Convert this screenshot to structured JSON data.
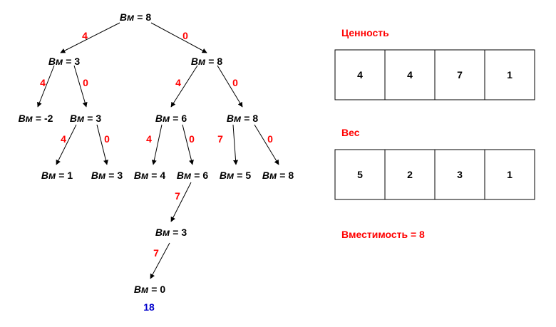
{
  "tree": {
    "nodes": [
      {
        "id": "root",
        "prefix": "Вм",
        "text": " = 8"
      },
      {
        "id": "L",
        "prefix": "Вм",
        "text": " = 3"
      },
      {
        "id": "R",
        "prefix": "Вм",
        "text": " = 8"
      },
      {
        "id": "LL",
        "prefix": "Вм",
        "text": " = -2"
      },
      {
        "id": "LR",
        "prefix": "Вм",
        "text": " = 3"
      },
      {
        "id": "RL",
        "prefix": "Вм",
        "text": " = 6"
      },
      {
        "id": "RR",
        "prefix": "Вм",
        "text": " = 8"
      },
      {
        "id": "LRL",
        "prefix": "Вм",
        "text": " = 1"
      },
      {
        "id": "LRR",
        "prefix": "Вм",
        "text": " = 3"
      },
      {
        "id": "RLL",
        "prefix": "Вм",
        "text": " = 4"
      },
      {
        "id": "RLR",
        "prefix": "Вм",
        "text": " = 6"
      },
      {
        "id": "RRL",
        "prefix": "Вм",
        "text": " = 5"
      },
      {
        "id": "RRR",
        "prefix": "Вм",
        "text": " = 8"
      },
      {
        "id": "RLR1",
        "prefix": "Вм",
        "text": " = 3"
      },
      {
        "id": "RLR2",
        "prefix": "Вм",
        "text": " = 0"
      }
    ],
    "edges": [
      {
        "from": "root",
        "to": "L",
        "label": "4"
      },
      {
        "from": "root",
        "to": "R",
        "label": "0"
      },
      {
        "from": "L",
        "to": "LL",
        "label": "4"
      },
      {
        "from": "L",
        "to": "LR",
        "label": "0"
      },
      {
        "from": "R",
        "to": "RL",
        "label": "4"
      },
      {
        "from": "R",
        "to": "RR",
        "label": "0"
      },
      {
        "from": "LR",
        "to": "LRL",
        "label": "4"
      },
      {
        "from": "LR",
        "to": "LRR",
        "label": "0"
      },
      {
        "from": "RL",
        "to": "RLL",
        "label": "4"
      },
      {
        "from": "RL",
        "to": "RLR",
        "label": "0"
      },
      {
        "from": "RR",
        "to": "RRL",
        "label": "7"
      },
      {
        "from": "RR",
        "to": "RRR",
        "label": "0"
      },
      {
        "from": "RLR",
        "to": "RLR1",
        "label": "7"
      },
      {
        "from": "RLR1",
        "to": "RLR2",
        "label": "7"
      }
    ],
    "result": "18"
  },
  "value_table": {
    "title": "Ценность",
    "cells": [
      "4",
      "4",
      "7",
      "1"
    ]
  },
  "weight_table": {
    "title": "Вес",
    "cells": [
      "5",
      "2",
      "3",
      "1"
    ]
  },
  "capacity": "Вместимость = 8",
  "colors": {
    "edge_label": "#ff0000",
    "result": "#0000cc",
    "heading": "#ff0000",
    "text": "#000000"
  }
}
